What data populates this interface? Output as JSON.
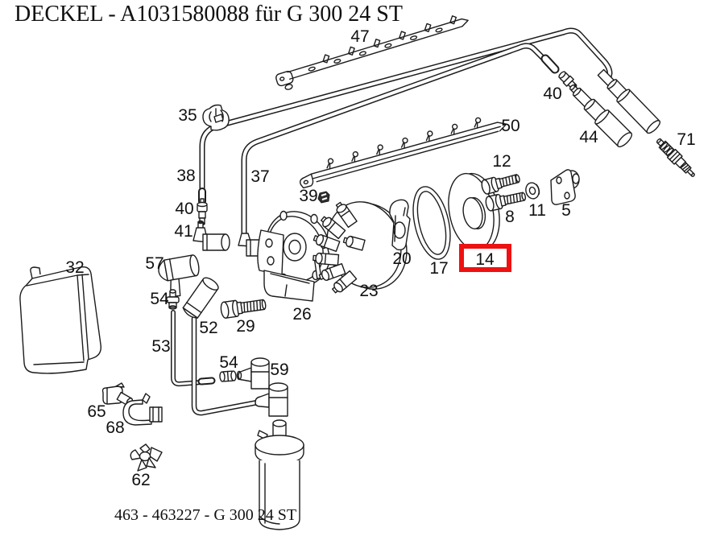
{
  "title": "DECKEL  - A1031580088 für G 300 24 ST",
  "caption": "463 - 463227 - G 300 24 ST",
  "highlight": {
    "color": "#ee1111",
    "highlighted_part": "14"
  },
  "parts": {
    "47": "47",
    "35": "35",
    "38": "38",
    "37": "37",
    "40a": "40",
    "41": "41",
    "39": "39",
    "50": "50",
    "12": "12",
    "8": "8",
    "11": "11",
    "5": "5",
    "40b": "40",
    "44": "44",
    "71": "71",
    "32": "32",
    "57": "57",
    "54a": "54",
    "52": "52",
    "29": "29",
    "26": "26",
    "23": "23",
    "20": "20",
    "17": "17",
    "14": "14",
    "53": "53",
    "54b": "54",
    "59": "59",
    "65": "65",
    "68": "68",
    "62": "62"
  }
}
